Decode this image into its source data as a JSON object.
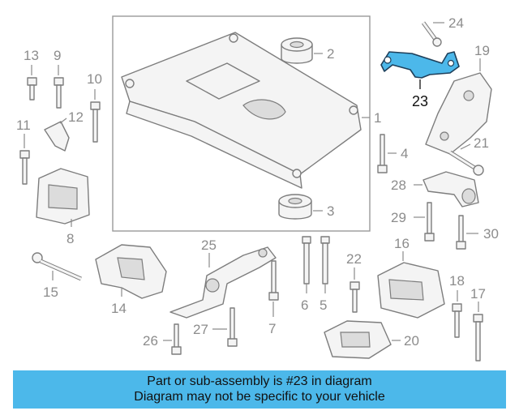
{
  "diagram": {
    "highlighted_part": "23",
    "callouts": [
      "1",
      "2",
      "3",
      "4",
      "5",
      "6",
      "7",
      "8",
      "9",
      "10",
      "11",
      "12",
      "13",
      "14",
      "15",
      "16",
      "17",
      "18",
      "19",
      "20",
      "21",
      "22",
      "23",
      "24",
      "25",
      "26",
      "27",
      "28",
      "29",
      "30"
    ]
  },
  "banner": {
    "line1": "Part or sub-assembly is #23 in diagram",
    "line2": "Diagram may not be specific to your vehicle"
  },
  "colors": {
    "highlight": "#4cb8ea",
    "banner": "#4cb8ea",
    "line_art": "#7d7d7d"
  }
}
